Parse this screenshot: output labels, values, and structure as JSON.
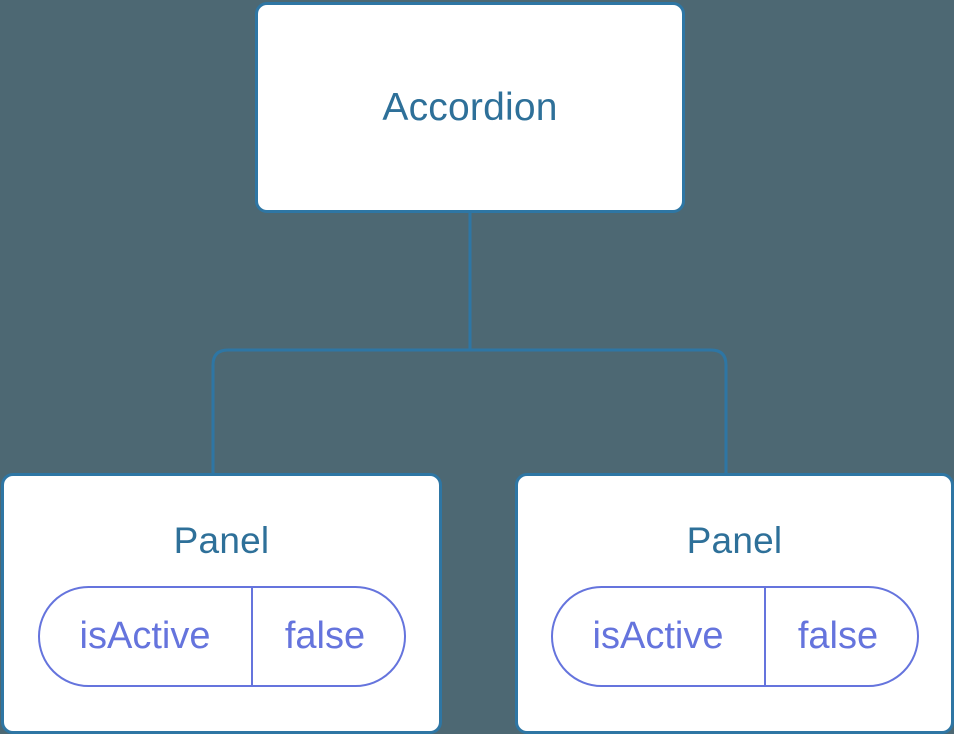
{
  "diagram": {
    "type": "component-tree",
    "background_color": "#4d6873",
    "node_border_color": "#2e76a4",
    "node_fill_color": "#ffffff",
    "title_color": "#2e7099",
    "state_color": "#6574dd",
    "edge_color": "#2e76a4",
    "root": {
      "label": "Accordion"
    },
    "children": [
      {
        "label": "Panel",
        "state": {
          "key": "isActive",
          "value": "false"
        }
      },
      {
        "label": "Panel",
        "state": {
          "key": "isActive",
          "value": "false"
        }
      }
    ]
  }
}
